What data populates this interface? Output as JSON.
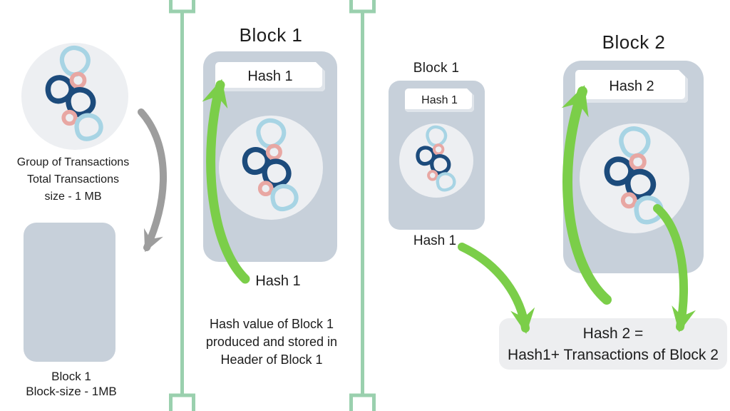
{
  "diagram": {
    "left": {
      "group_caption_line1": "Group of Transactions",
      "group_caption_line2": "Total Transactions",
      "group_caption_line3": "size - 1 MB",
      "block_caption_line1": "Block 1",
      "block_caption_line2": "Block-size - 1MB"
    },
    "block1_large": {
      "title": "Block 1",
      "header_hash": "Hash 1",
      "hash_label": "Hash 1",
      "caption_line1": "Hash value of Block 1",
      "caption_line2": "produced and stored in",
      "caption_line3": "Header of Block 1"
    },
    "block1_small": {
      "title": "Block 1",
      "header_hash": "Hash 1",
      "hash_label": "Hash 1"
    },
    "block2": {
      "title": "Block 2",
      "header_hash": "Hash 2"
    },
    "formula": {
      "line1": "Hash 2 =",
      "line2": "Hash1+ Transactions of Block 2"
    },
    "colors": {
      "block_fill": "#c7d0da",
      "transactions_circle_fill": "#edeff2",
      "arrow_green": "#7bce49",
      "arrow_gray": "#9d9d9d",
      "divider_green": "#9ad0ae",
      "tx_navy": "#1c4b7c",
      "tx_lightblue": "#a7d4e4",
      "tx_pink": "#e8a7a3",
      "formula_box_fill": "#edeef0",
      "text": "#1c1c1c"
    }
  }
}
